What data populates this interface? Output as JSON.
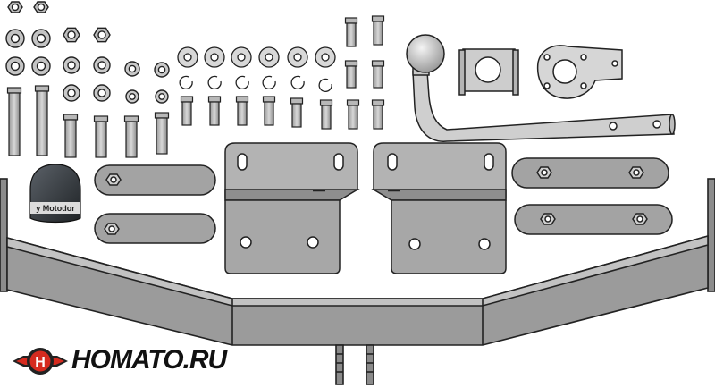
{
  "brand": {
    "name": "HOMATO.RU",
    "accent_color": "#d62b1f",
    "badge_letter": "H"
  },
  "ball_cover": {
    "label": "y Motodor"
  },
  "colors": {
    "part_fill": "#a9a9a9",
    "part_stroke": "#2b2b2b",
    "frame_fill": "#9a9a9a",
    "ball_fill": "#d4d4d4",
    "cover_fill": "#2e3338"
  }
}
